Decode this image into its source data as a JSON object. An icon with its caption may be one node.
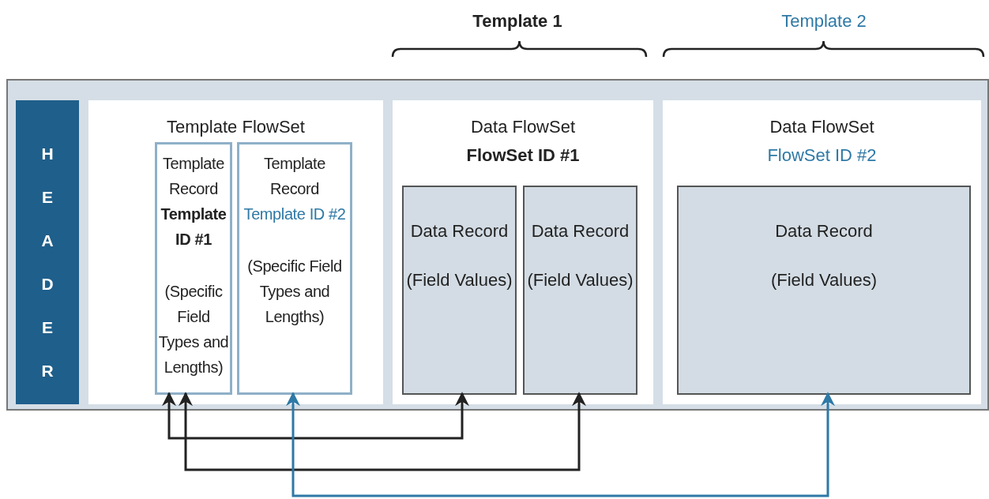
{
  "diagram": {
    "nodes": [
      {
        "text": [],
        "shape": "box"
      },
      {
        "text": [
          "HEADER"
        ],
        "in": 0
      },
      {
        "text": [
          "Template FlowSet"
        ],
        "in": 0
      },
      {
        "text": [
          "Template Record",
          "Template ID #1",
          "(Specific Field Types and Lengths)"
        ],
        "in": 2
      },
      {
        "text": [
          "Template Record",
          "Template ID #2",
          "(Specific Field Types and Lengths)"
        ],
        "in": 2
      },
      {
        "text": [
          "Data FlowSet",
          "FlowSet ID #1"
        ],
        "in": 0
      },
      {
        "text": [
          "Data Record",
          "(Field Values)"
        ],
        "in": 5
      },
      {
        "text": [
          "Data Record",
          "(Field Values)"
        ],
        "in": 5
      },
      {
        "text": [
          "Data FlowSet",
          "FlowSet ID #2"
        ],
        "in": 0
      },
      {
        "text": [
          "Data Record",
          "(Field Values)"
        ],
        "in": 8
      }
    ],
    "edges": [
      {
        "from": 6,
        "to": 3,
        "arrow": "both"
      },
      {
        "from": 7,
        "to": 3,
        "arrow": "both"
      },
      {
        "from": 9,
        "to": 4,
        "arrow": "both",
        "color": "#2e79a6"
      }
    ],
    "labels": [
      "Template 1",
      "Template 2"
    ]
  }
}
